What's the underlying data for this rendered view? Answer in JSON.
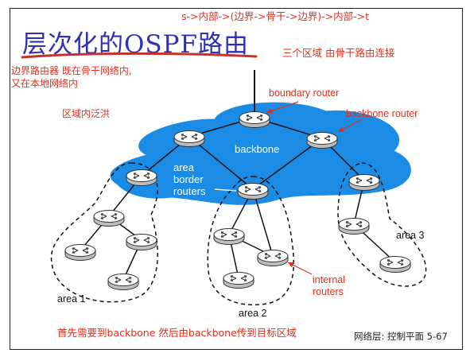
{
  "slide": {
    "title": "层次化的OSPF路由",
    "top_annotation": "s->内部->(边界->骨干->边界)->内部->t",
    "subtitle_note": "三个区域 由骨干路由连接",
    "left_note_line1": "边界路由器 既在骨干网络内,",
    "left_note_line2": "又在本地网络内",
    "flood_note": "区域内泛洪",
    "bottom_note": "首先需要到backbone 然后由backbone传到目标区域",
    "footer": "网络层: 控制平面  5-67"
  },
  "diagram": {
    "labels": {
      "boundary_router": "boundary router",
      "backbone_router": "backbone router",
      "backbone": "backbone",
      "area_border_1": "area",
      "area_border_2": "border",
      "area_border_3": "routers",
      "internal_1": "internal",
      "internal_2": "routers",
      "area1": "area 1",
      "area2": "area 2",
      "area3": "area 3"
    },
    "colors": {
      "backbone_fill": "#1a8ce6",
      "annotation_red": "#e0301e",
      "title_blue": "#2f2fb8"
    }
  }
}
